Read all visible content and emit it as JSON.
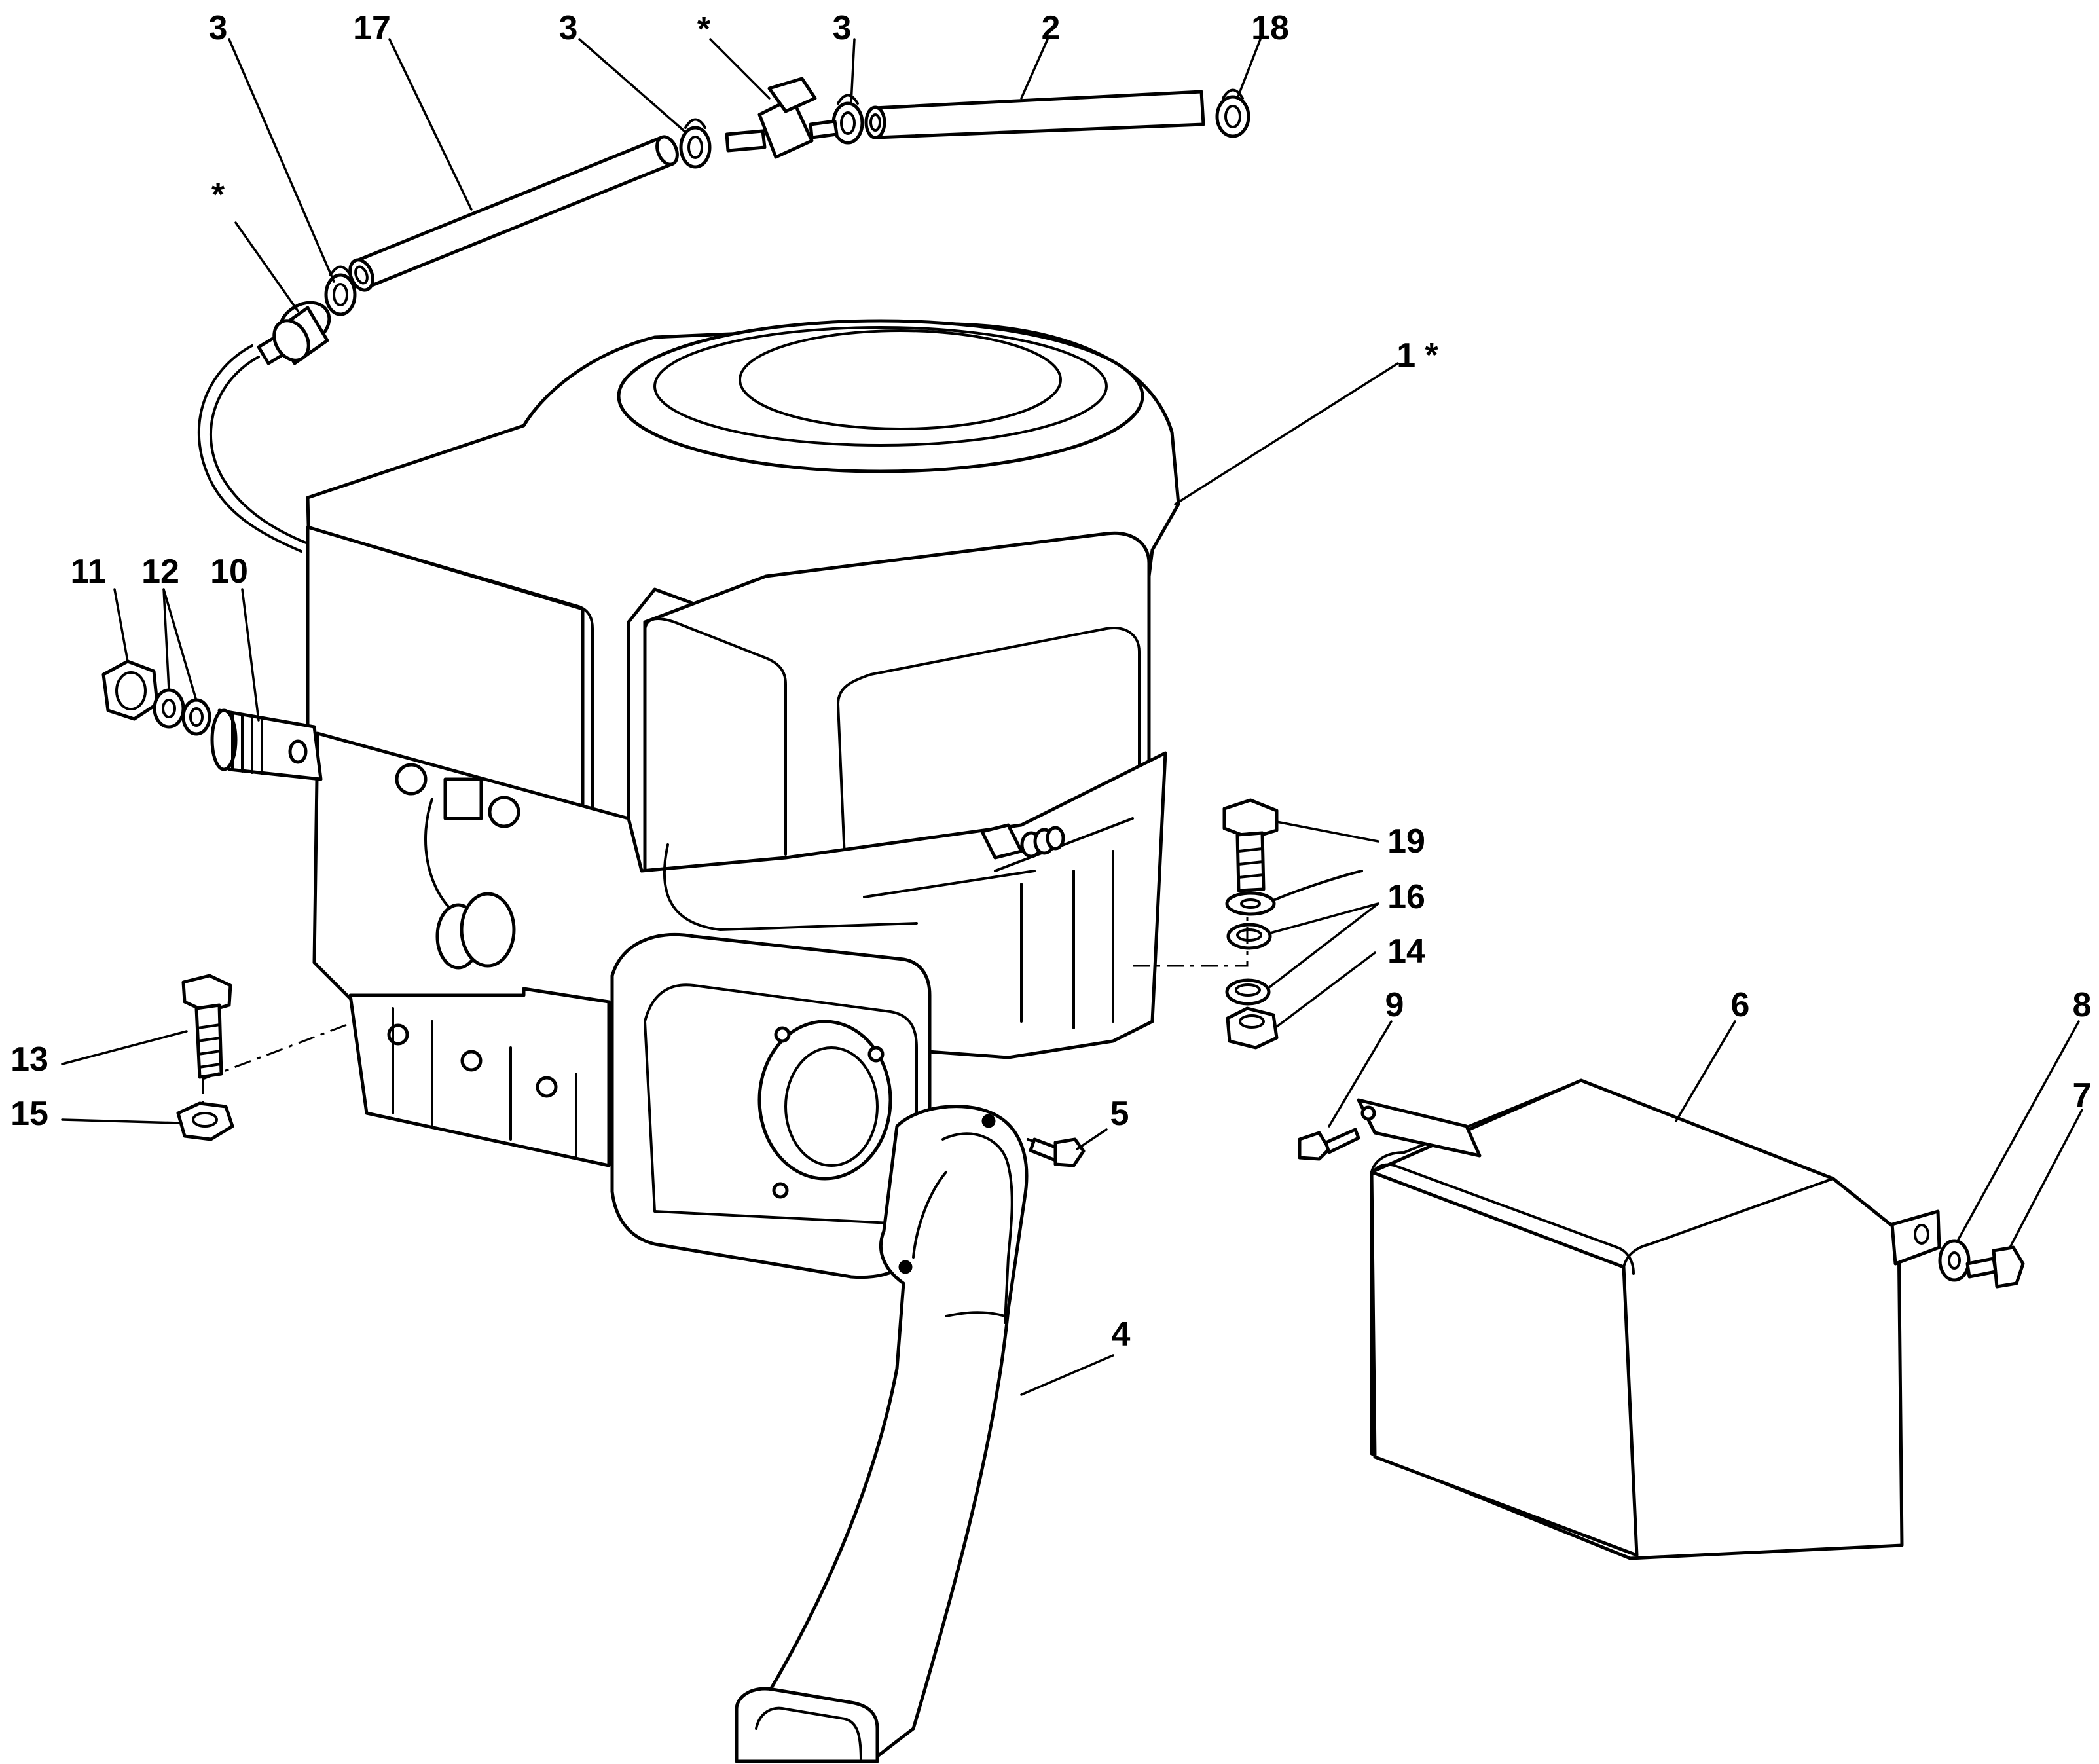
{
  "diagram": {
    "callouts": [
      {
        "id": "c-3a",
        "text": "3"
      },
      {
        "id": "c-17",
        "text": "17"
      },
      {
        "id": "c-3b",
        "text": "3"
      },
      {
        "id": "c-star-top",
        "text": "*"
      },
      {
        "id": "c-3c",
        "text": "3"
      },
      {
        "id": "c-2",
        "text": "2"
      },
      {
        "id": "c-18",
        "text": "18"
      },
      {
        "id": "c-star-left",
        "text": "*"
      },
      {
        "id": "c-1",
        "text": "1 *"
      },
      {
        "id": "c-11",
        "text": "11"
      },
      {
        "id": "c-12",
        "text": "12"
      },
      {
        "id": "c-10",
        "text": "10"
      },
      {
        "id": "c-19",
        "text": "19"
      },
      {
        "id": "c-16",
        "text": "16"
      },
      {
        "id": "c-14",
        "text": "14"
      },
      {
        "id": "c-9",
        "text": "9"
      },
      {
        "id": "c-6",
        "text": "6"
      },
      {
        "id": "c-8",
        "text": "8"
      },
      {
        "id": "c-7",
        "text": "7"
      },
      {
        "id": "c-13",
        "text": "13"
      },
      {
        "id": "c-15",
        "text": "15"
      },
      {
        "id": "c-5",
        "text": "5"
      },
      {
        "id": "c-4",
        "text": "4"
      }
    ]
  }
}
